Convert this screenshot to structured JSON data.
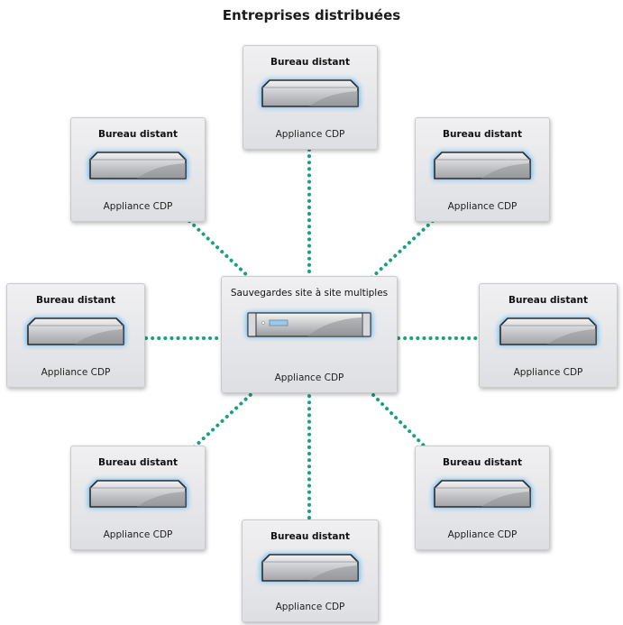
{
  "title": "Entreprises distribuées",
  "hub": {
    "title": "Sauvegardes site à site multiples",
    "label": "Appliance CDP"
  },
  "remote_title": "Bureau distant",
  "remote_label": "Appliance CDP",
  "colors": {
    "connector": "#1aa07f",
    "device_glow": "#36a9f4",
    "card_bg": "#e6e7ea"
  },
  "icons": {
    "remote_device": "storage-appliance-icon",
    "hub_device": "rack-server-icon"
  }
}
